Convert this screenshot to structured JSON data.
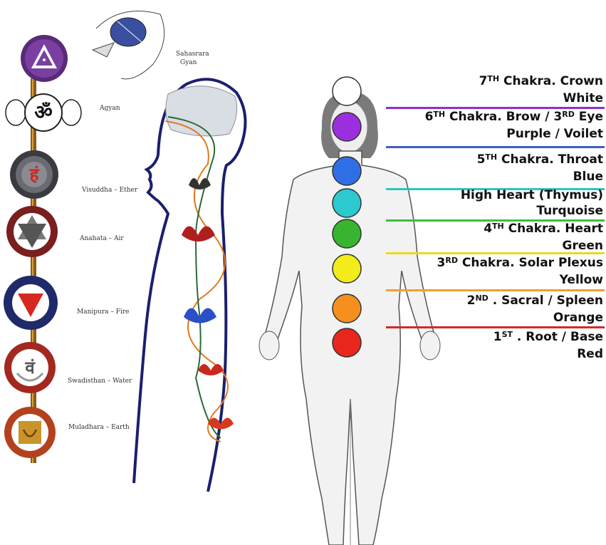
{
  "left_figure": {
    "labels": {
      "sahasrara": "Sahasrara",
      "gyan": "Gyan",
      "agyan": "Agyan",
      "visuddha": "Visuddha – Ether",
      "anahata": "Anahata – Air",
      "manipura": "Manipura – Fire",
      "swadisthan": "Swadisthan – Water",
      "muladhara": "Muladhara – Earth"
    },
    "symbols": {
      "om": "ॐ",
      "ham": "हं",
      "vam": "वं"
    }
  },
  "chakras": [
    {
      "line1": "7",
      "sup1": "TH",
      "rest1": " Chakra. Crown",
      "line2": "White",
      "color": "#ffffff",
      "bar": "#8e2fd6"
    },
    {
      "line1": "6",
      "sup1": "TH",
      "rest1": " Chakra. Brow / 3",
      "sup1b": "RD",
      "rest1b": " Eye",
      "line2": "Purple / Voilet",
      "color": "#9b2fe0",
      "bar": "#3b5fc8"
    },
    {
      "line1": "5",
      "sup1": "TH",
      "rest1": " Chakra. Throat",
      "line2": "Blue",
      "color": "#2f6fe6",
      "bar": "#2fc4c4"
    },
    {
      "line1": "High Heart (Thymus)",
      "line2": "Turquoise",
      "color": "#2cc9cf",
      "bar": "#3bbf3b"
    },
    {
      "line1": "4",
      "sup1": "TH",
      "rest1": " Chakra. Heart",
      "line2": "Green",
      "color": "#37b52f",
      "bar": "#ecd821"
    },
    {
      "line1": "3",
      "sup1": "RD",
      "rest1": " Chakra. Solar Plexus",
      "line2": "Yellow",
      "color": "#f3ec1a",
      "bar": "#f0a030"
    },
    {
      "line1": "2",
      "sup1": "ND",
      "rest1": " . Sacral / Spleen",
      "line2": "Orange",
      "color": "#f5901e",
      "bar": "#d42a2a"
    },
    {
      "line1": "1",
      "sup1": "ST",
      "rest1": " . Root / Base",
      "line2": "Red",
      "color": "#e8261e"
    }
  ]
}
